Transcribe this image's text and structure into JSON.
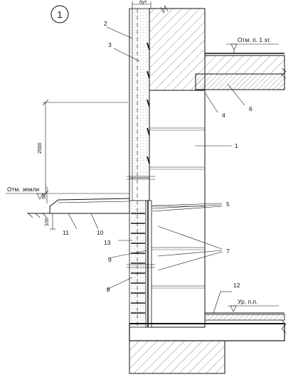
{
  "drawing": {
    "section_number": "1",
    "thickness_label": "δут",
    "levels": {
      "floor_1": "Отм. п. 1 эт.",
      "ground": "Отм. земли",
      "basement_floor": "Ур. п.п."
    },
    "dimensions": {
      "height": "2500",
      "offset_small": "50",
      "offset_blind": "100"
    },
    "callouts": [
      "1",
      "2",
      "3",
      "4",
      "5",
      "6",
      "7",
      "8",
      "9",
      "10",
      "11",
      "12",
      "13"
    ]
  }
}
